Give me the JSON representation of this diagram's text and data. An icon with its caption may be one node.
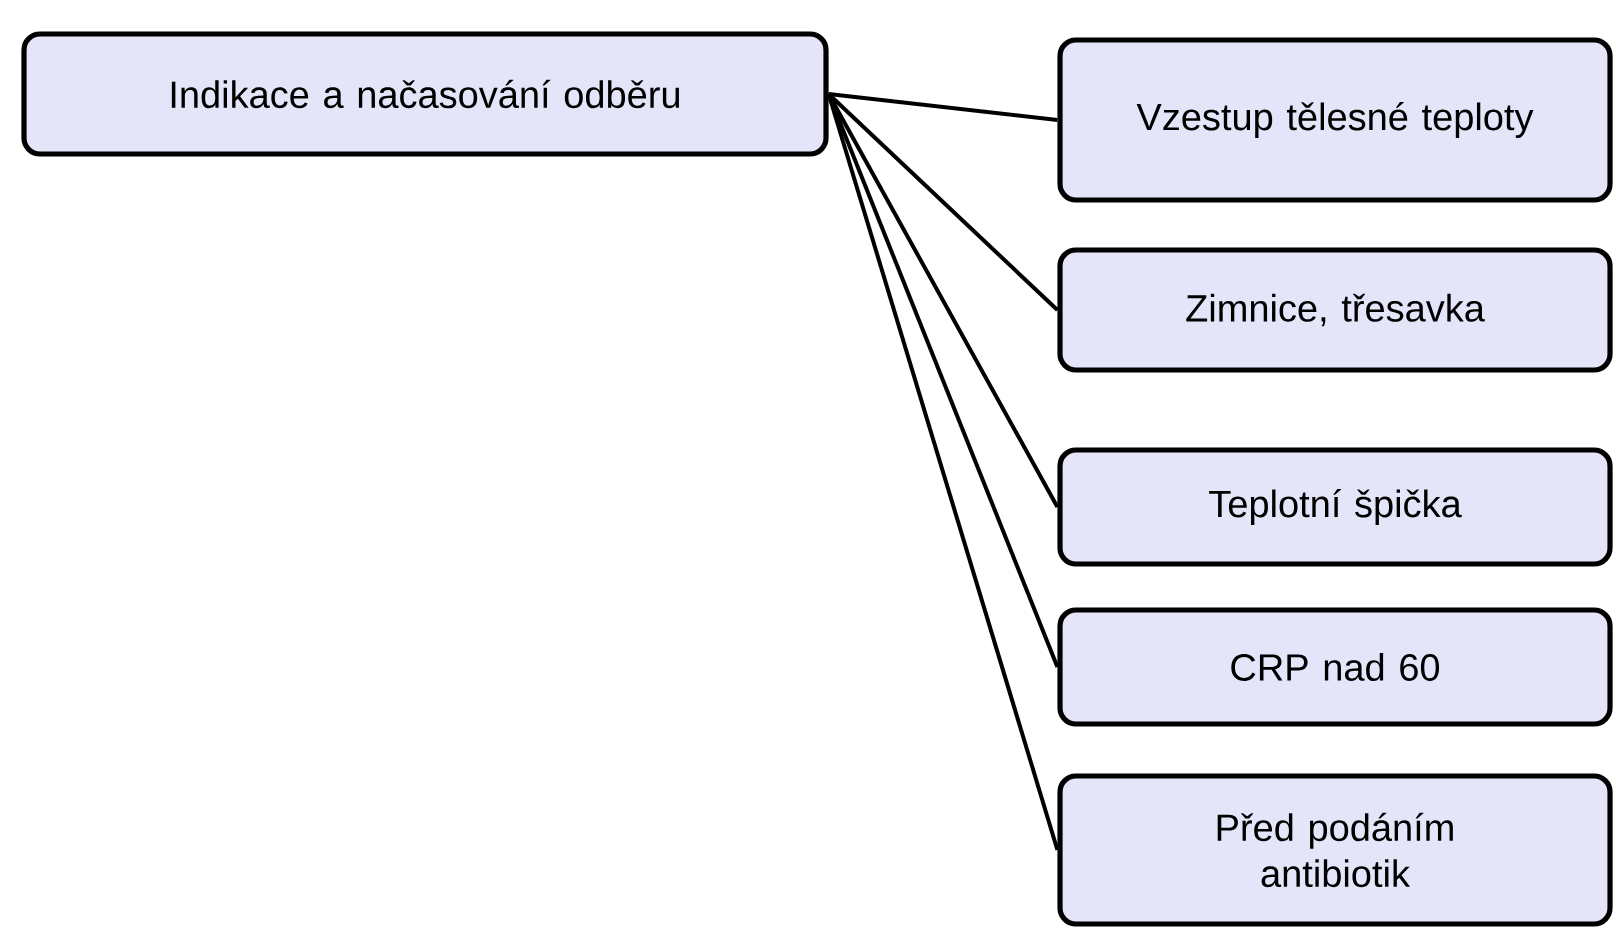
{
  "diagram": {
    "nodes": [
      {
        "text": [
          "Indikace a načasování odběru"
        ]
      },
      {
        "text": [
          "Vzestup tělesné teploty"
        ]
      },
      {
        "text": [
          "Zimnice, třesavka"
        ]
      },
      {
        "text": [
          "Teplotní špička"
        ]
      },
      {
        "text": [
          "CRP nad 60"
        ]
      },
      {
        "text": [
          "Před podáním antibiotik"
        ]
      }
    ],
    "edges": [
      {
        "from": 0,
        "to": 1,
        "arrow": "none"
      },
      {
        "from": 0,
        "to": 2,
        "arrow": "none"
      },
      {
        "from": 0,
        "to": 3,
        "arrow": "none"
      },
      {
        "from": 0,
        "to": 4,
        "arrow": "none"
      },
      {
        "from": 0,
        "to": 5,
        "arrow": "none"
      }
    ]
  }
}
